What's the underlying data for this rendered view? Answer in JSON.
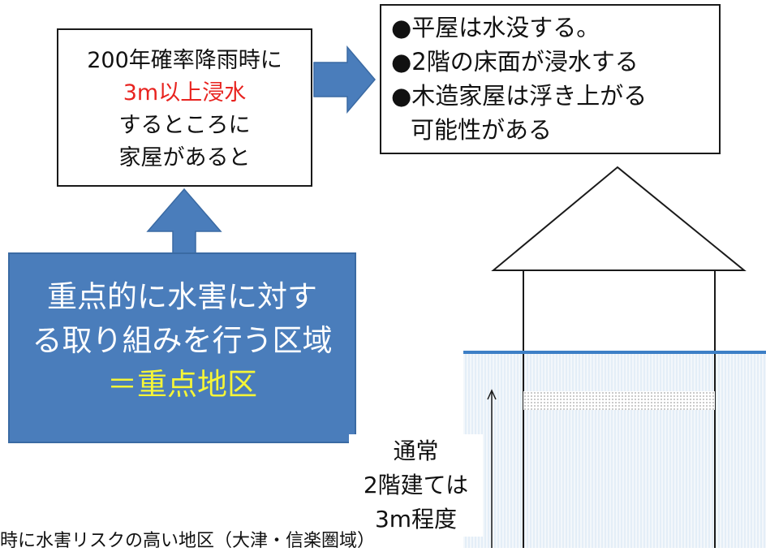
{
  "condition": {
    "line1": "200年確率降雨時に",
    "line2": "3m以上浸水",
    "line3": "するところに",
    "line4": "家屋があると"
  },
  "result": {
    "items": [
      "●平屋は水没する。",
      "●2階の床面が浸水する",
      "●木造家屋は浮き上がる"
    ],
    "continuation": "可能性がある"
  },
  "zone": {
    "line1": "重点的に水害に対す",
    "line2": "る取り組みを行う区域",
    "line3": "＝重点地区"
  },
  "height_note": {
    "line1": "通常",
    "line2": "2階建ては",
    "line3": "3m程度"
  },
  "caption": "時に水害リスクの高い地区（大津・信楽圏域）",
  "colors": {
    "arrow": "#4a7dbb",
    "highlight_red": "#e8231f",
    "highlight_yellow": "#f5f537",
    "water_line": "#3d7fc6"
  }
}
